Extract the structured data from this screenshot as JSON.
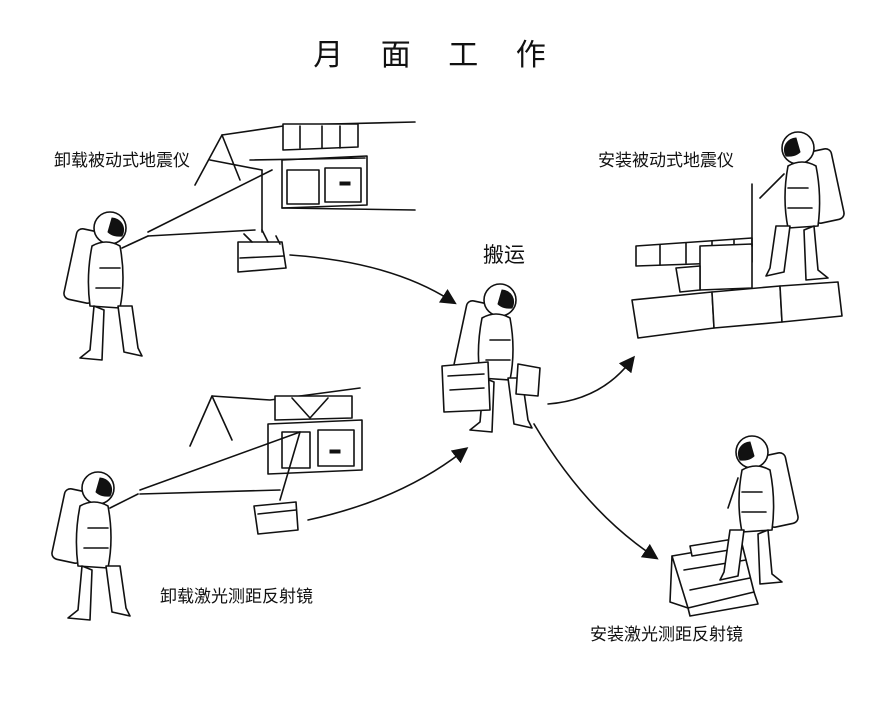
{
  "title": "月 面 工 作",
  "labels": {
    "unload_seismometer": "卸载被动式地震仪",
    "deploy_seismometer": "安装被动式地震仪",
    "carry": "搬运",
    "unload_laser_reflector": "卸载激光测距反射镜",
    "deploy_laser_reflector": "安装激光测距反射镜"
  },
  "icons": {
    "astronaut": "astronaut-figure",
    "lander": "lunar-module-bay",
    "arrow": "curved-flow-arrow",
    "seismometer": "seismometer-package",
    "reflector": "laser-reflector-package"
  }
}
